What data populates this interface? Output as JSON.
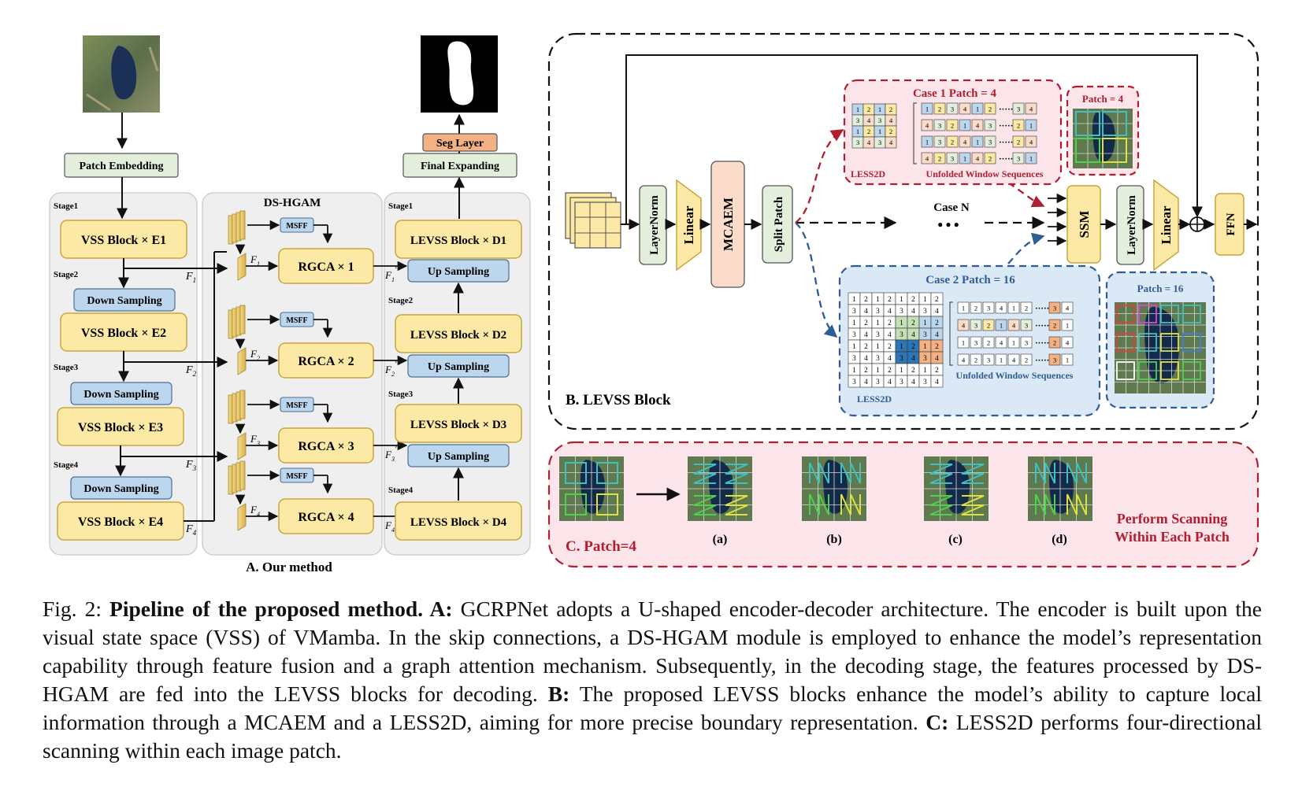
{
  "colors": {
    "yellow_block": "#fde9a6",
    "yellow_stroke": "#c9a53c",
    "green_block": "#e3efdc",
    "blue_block": "#bcd6ee",
    "orange_block": "#f4b183",
    "peach_block": "#fbdccb",
    "panel_grey": "#efefef",
    "case1_bg": "#fbe4ea",
    "case1_border": "#b01e2f",
    "case2_bg": "#dbe8f5",
    "case2_border": "#2e5d93",
    "red_text": "#b01e2f",
    "blue_text": "#2e5d93"
  },
  "panel_a": {
    "title": "A. Our method",
    "patch_embedding": "Patch Embedding",
    "seg_layer": "Seg  Layer",
    "final_expanding": "Final Expanding",
    "ds_hgam_title": "DS-HGAM",
    "encoder": {
      "stages": [
        "Stage1",
        "Stage2",
        "Stage3",
        "Stage4"
      ],
      "blocks": [
        "VSS Block × E1",
        "VSS Block × E2",
        "VSS Block × E3",
        "VSS Block × E4"
      ],
      "down_sampling": "Down Sampling",
      "features": [
        "F",
        "F",
        "F",
        "F"
      ],
      "feature_subs": [
        "1",
        "2",
        "3",
        "4"
      ]
    },
    "hgam": {
      "msff": "MSFF",
      "rgca": [
        "RGCA × 1",
        "RGCA × 2",
        "RGCA × 3",
        "RGCA × 4"
      ]
    },
    "decoder": {
      "stages": [
        "Stage1",
        "Stage2",
        "Stage3",
        "Stage4"
      ],
      "blocks": [
        "LEVSS Block × D1",
        "LEVSS Block × D2",
        "LEVSS Block × D3",
        "LEVSS Block × D4"
      ],
      "up_sampling": "Up Sampling"
    }
  },
  "panel_b": {
    "title": "B. LEVSS Block",
    "layernorm": "LayerNorm",
    "linear": "Linear",
    "mcaem": "MCAEM",
    "split_patch": "Split Patch",
    "ssm": "SSM",
    "ffn": "FFN",
    "case_n": "Case N",
    "ellipsis": "● ● ●",
    "case1": {
      "title": "Case 1  Patch = 4",
      "less2d": "LESS2D",
      "unfolded": "Unfolded Window Sequences",
      "patch_label": "Patch = 4",
      "grid": [
        [
          "1",
          "2",
          "1",
          "2"
        ],
        [
          "3",
          "4",
          "3",
          "4"
        ],
        [
          "1",
          "2",
          "1",
          "2"
        ],
        [
          "3",
          "4",
          "3",
          "4"
        ]
      ],
      "sequences": [
        [
          "1",
          "2",
          "3",
          "4",
          "1",
          "2",
          "3",
          "4"
        ],
        [
          "4",
          "3",
          "2",
          "1",
          "4",
          "3",
          "2",
          "1"
        ],
        [
          "1",
          "3",
          "2",
          "4",
          "1",
          "3",
          "2",
          "4"
        ],
        [
          "4",
          "2",
          "3",
          "1",
          "4",
          "2",
          "3",
          "1"
        ]
      ]
    },
    "case2": {
      "title": "Case 2  Patch = 16",
      "less2d": "LESS2D",
      "unfolded": "Unfolded Window Sequences",
      "patch_label": "Patch = 16",
      "grid": [
        [
          "1",
          "2",
          "1",
          "2",
          "1",
          "2",
          "1",
          "2"
        ],
        [
          "3",
          "4",
          "3",
          "4",
          "3",
          "4",
          "3",
          "4"
        ],
        [
          "1",
          "2",
          "1",
          "2",
          "1",
          "2",
          "1",
          "2"
        ],
        [
          "3",
          "4",
          "3",
          "4",
          "3",
          "4",
          "3",
          "4"
        ],
        [
          "1",
          "2",
          "1",
          "2",
          "1",
          "2",
          "1",
          "2"
        ],
        [
          "3",
          "4",
          "3",
          "4",
          "3",
          "4",
          "3",
          "4"
        ],
        [
          "1",
          "2",
          "1",
          "2",
          "1",
          "2",
          "1",
          "2"
        ],
        [
          "3",
          "4",
          "3",
          "4",
          "3",
          "4",
          "3",
          "4"
        ]
      ],
      "sequences": [
        [
          "1",
          "2",
          "3",
          "4",
          "1",
          "2",
          "3",
          "4"
        ],
        [
          "4",
          "3",
          "2",
          "1",
          "4",
          "3",
          "2",
          "1"
        ],
        [
          "1",
          "3",
          "2",
          "4",
          "1",
          "3",
          "2",
          "4"
        ],
        [
          "4",
          "2",
          "3",
          "1",
          "4",
          "2",
          "3",
          "1"
        ]
      ]
    }
  },
  "panel_c": {
    "title": "C. Patch=4",
    "labels": [
      "(a)",
      "(b)",
      "(c)",
      "(d)"
    ],
    "note_line1": "Perform Scanning",
    "note_line2": "Within Each Patch"
  },
  "caption": {
    "fig": "Fig. 2: ",
    "bold_title": "Pipeline of the proposed method.",
    "a_label": " A:",
    "a_text": " GCRPNet adopts a U-shaped encoder-decoder architecture. The encoder is built upon the visual state space (VSS) of VMamba. In the skip connections, a DS-HGAM module is employed to enhance the model’s representation capability through feature fusion and a graph attention mechanism. Subsequently, in the decoding stage, the features processed by DS-HGAM are fed into the LEVSS blocks for decoding. ",
    "b_label": "B:",
    "b_text": " The proposed LEVSS blocks enhance the model’s ability to capture local information through a MCAEM and a LESS2D, aiming for more precise boundary representation. ",
    "c_label": "C:",
    "c_text": " LESS2D performs four-directional scanning within each image patch."
  }
}
